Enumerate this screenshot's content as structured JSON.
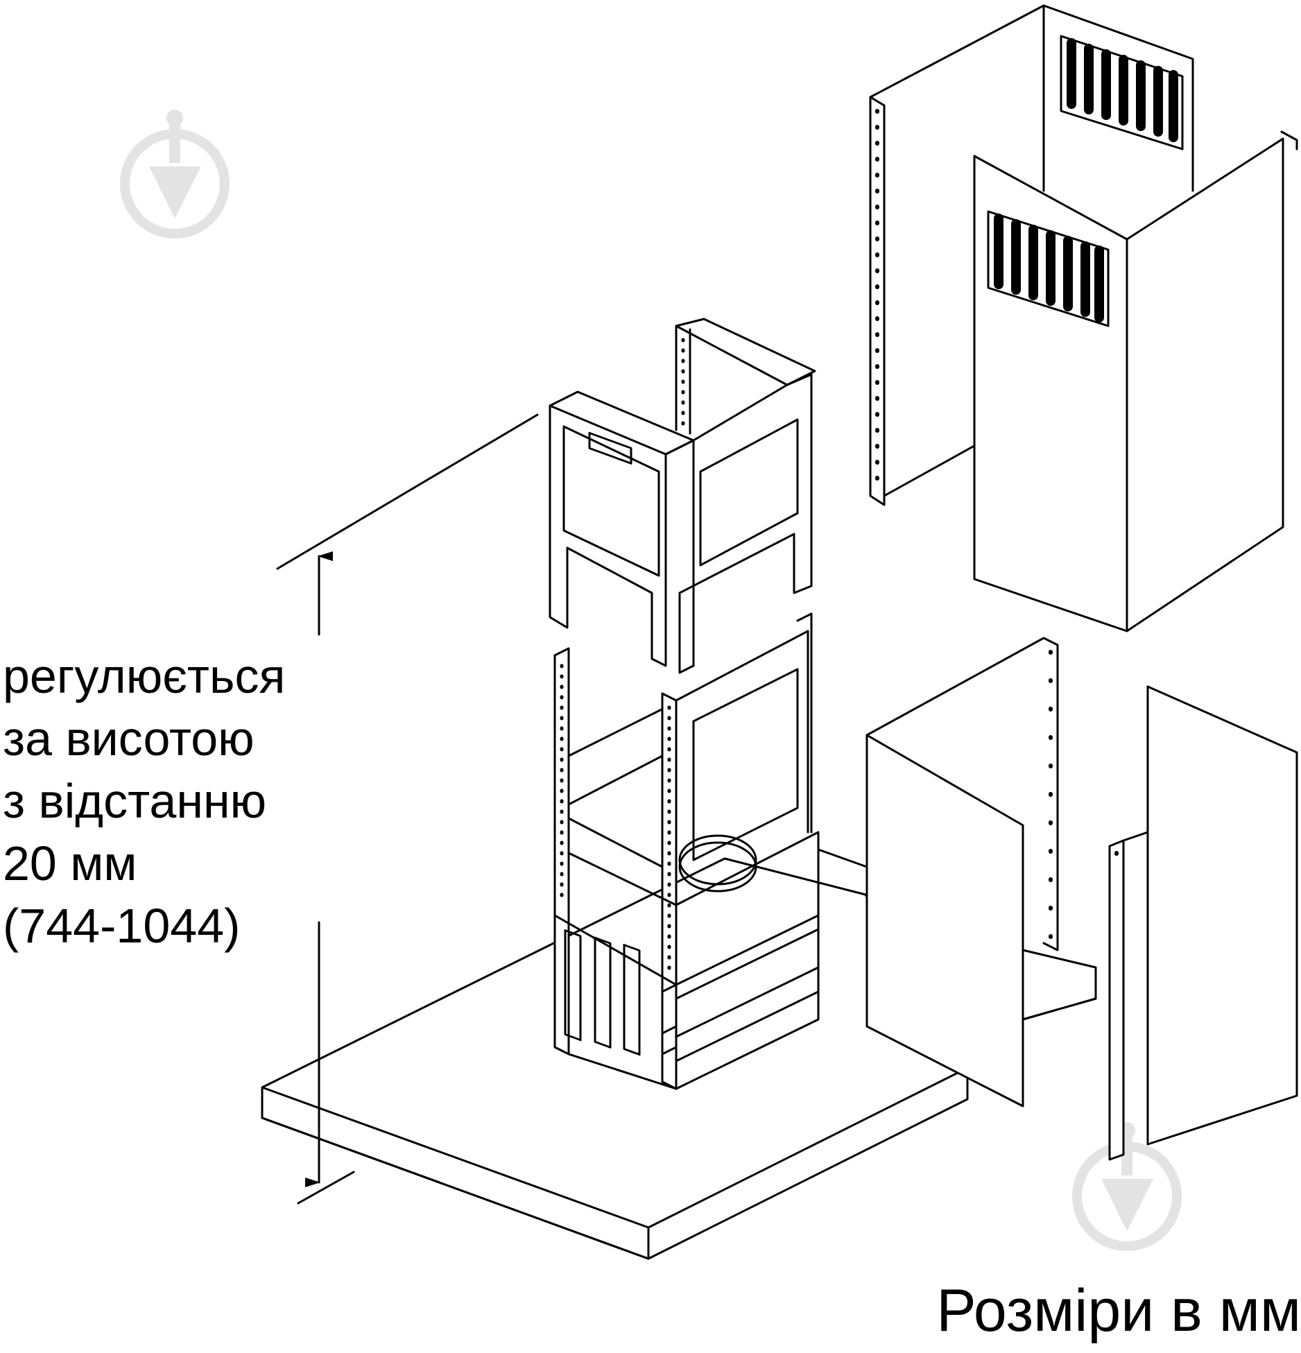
{
  "annotation": {
    "lines": [
      "регулюється",
      "за висотою",
      "з відстанню",
      "20 мм",
      "(744-1044)"
    ]
  },
  "units_note": "Розміри в мм",
  "colors": {
    "ink": "#000000",
    "paper": "#ffffff",
    "watermark": "#e6e6e6"
  },
  "icons": [
    "watermark-logo-icon",
    "arrow-up-icon",
    "arrow-down-icon"
  ]
}
